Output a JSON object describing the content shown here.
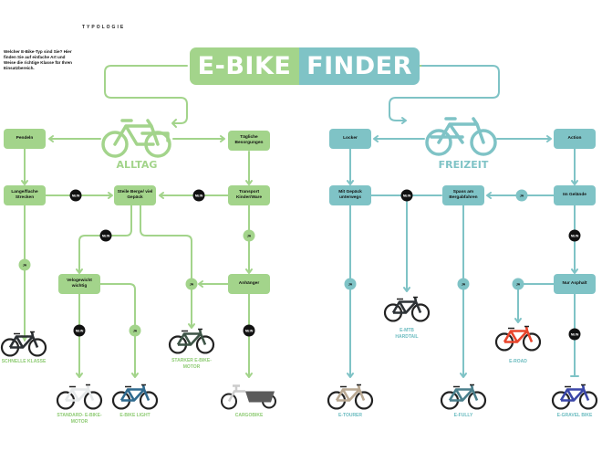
{
  "kicker": "TYPOLOGIE",
  "intro": "Welcher E-Bike-Typ sind Sie? Hier finden Sie auf einfache Art und Weise die richtige Klasse für Ihren Einsatzbereich.",
  "title": {
    "left": "E-BIKE",
    "right": "FINDER"
  },
  "colors": {
    "alltag": "#a3d48b",
    "freizeit": "#7fc3c6",
    "no_badge": "#111111"
  },
  "badge_labels": {
    "yes": "JA",
    "no": "NEIN"
  },
  "alltag": {
    "label": "ALLTAG",
    "nodes": {
      "pendeln": "Pendeln",
      "besorgungen": "Tägliche Besorgungen",
      "strecken": "Lange/flache Strecken",
      "berge": "Steile Berge/ viel Gepäck",
      "transport": "Transport Kinder/Ware",
      "velogewicht": "Velogewicht wichtig",
      "anhaenger": "Anhänger"
    },
    "bikes": [
      {
        "label": "SCHNELLE KLASSE",
        "frame": "#2b2f33"
      },
      {
        "label": "STANDARD- E-BIKE-MOTOR",
        "frame": "#e6e9ea"
      },
      {
        "label": "E-BIKE LIGHT",
        "frame": "#2f6a8f"
      },
      {
        "label": "STARKER E-BIKE-MOTOR",
        "frame": "#3d5446"
      },
      {
        "label": "CARGOBIKE",
        "frame": "#5b5b5b"
      }
    ]
  },
  "freizeit": {
    "label": "FREIZEIT",
    "nodes": {
      "locker": "Locker",
      "action": "Action",
      "gepaeck": "Mit Gepäck unterwegs",
      "bergab": "Spass am Bergabfahren",
      "gelaende": "Im Gelände",
      "asphalt": "Nur Asphalt"
    },
    "bikes": [
      {
        "label": "E-MTB HARDTAIL",
        "frame": "#2d3236"
      },
      {
        "label": "E-ROAD",
        "frame": "#e8452c"
      },
      {
        "label": "E-TOURER",
        "frame": "#b9a892"
      },
      {
        "label": "E-FULLY",
        "frame": "#4a7f8c"
      },
      {
        "label": "E-GRAVEL BIKE",
        "frame": "#3b47a8"
      }
    ]
  }
}
